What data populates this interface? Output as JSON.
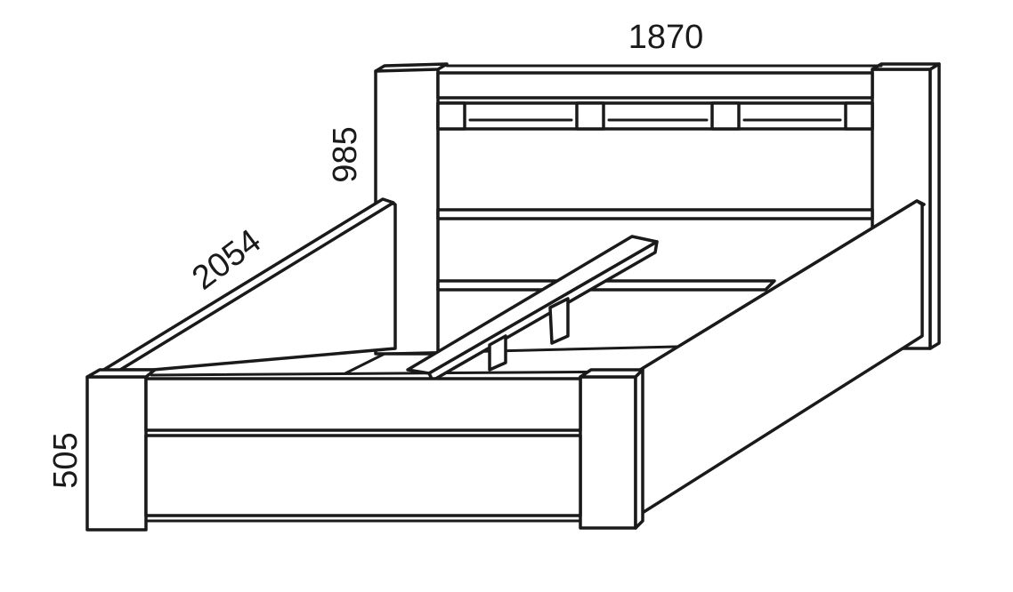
{
  "diagram": {
    "subject": "bed frame with headboard, side rails, front footboard and central support beam",
    "line_color": "#1a1a1a",
    "fill_color": "#ffffff",
    "dimensions": {
      "width": "1870",
      "headboard_height": "985",
      "length": "2054",
      "footboard_height": "505"
    }
  }
}
